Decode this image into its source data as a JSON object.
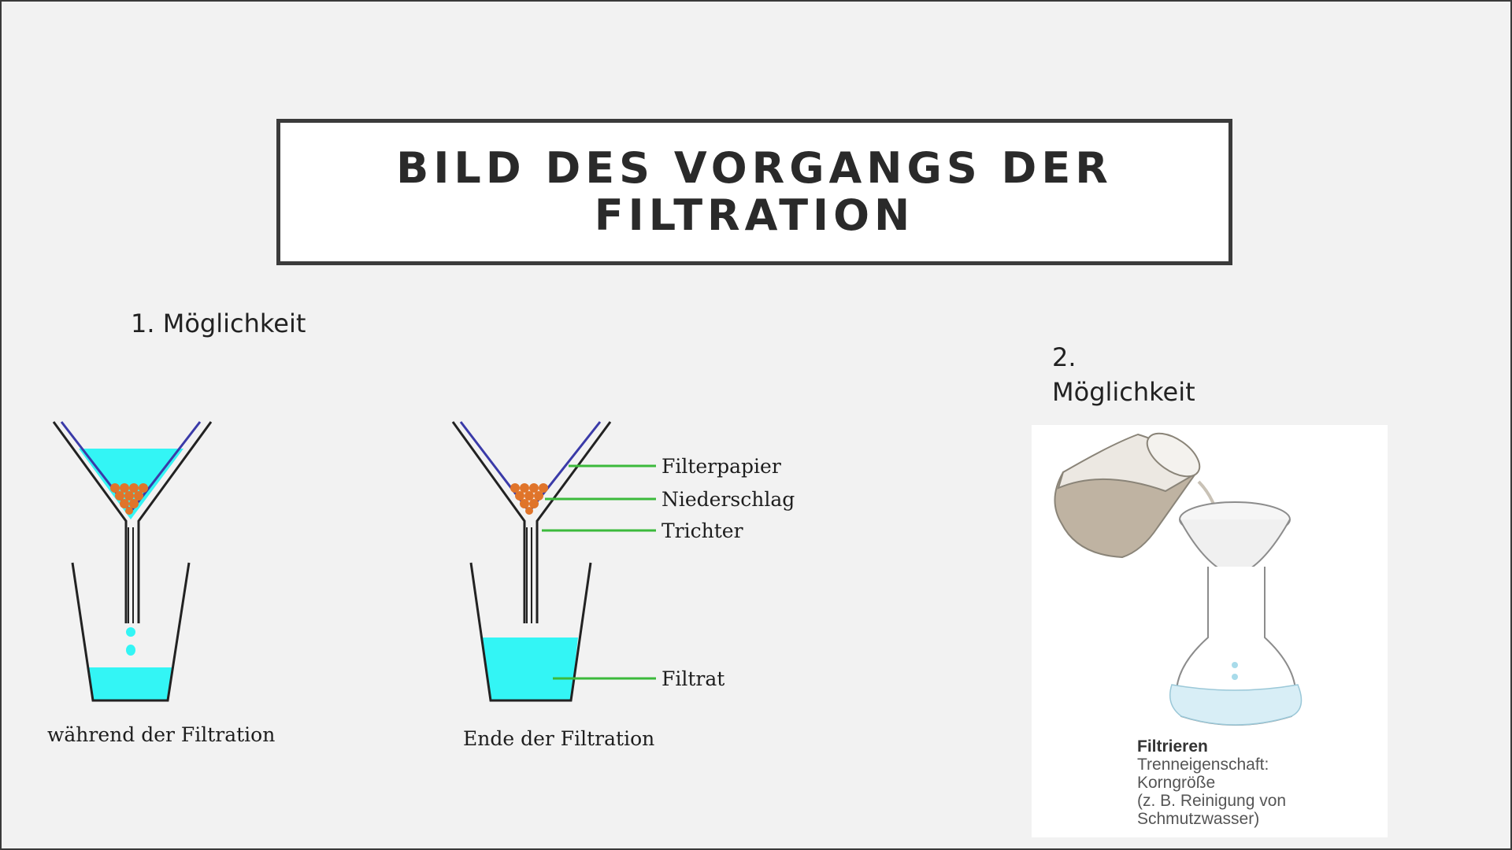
{
  "title": {
    "line1": "BILD DES VORGANGS DER",
    "line2": "FILTRATION"
  },
  "option1": {
    "label": "1. Möglichkeit"
  },
  "option2": {
    "number": "2.",
    "label": "Möglichkeit"
  },
  "diagram": {
    "caption_left": "während der Filtration",
    "caption_right": "Ende der Filtration",
    "labels": {
      "filterpapier": "Filterpapier",
      "niederschlag": "Niederschlag",
      "trichter": "Trichter",
      "filtrat": "Filtrat"
    },
    "colors": {
      "liquid": "#33f5f5",
      "precipitate": "#e0742a",
      "pointer": "#3cba3c",
      "paper": "#3a3aa8"
    }
  },
  "photo": {
    "caption_title": "Filtrieren",
    "caption_line1": "Trenneigenschaft:",
    "caption_line2": "Korngröße",
    "caption_line3": "(z. B. Reinigung von",
    "caption_line4": "Schmutzwasser)"
  }
}
